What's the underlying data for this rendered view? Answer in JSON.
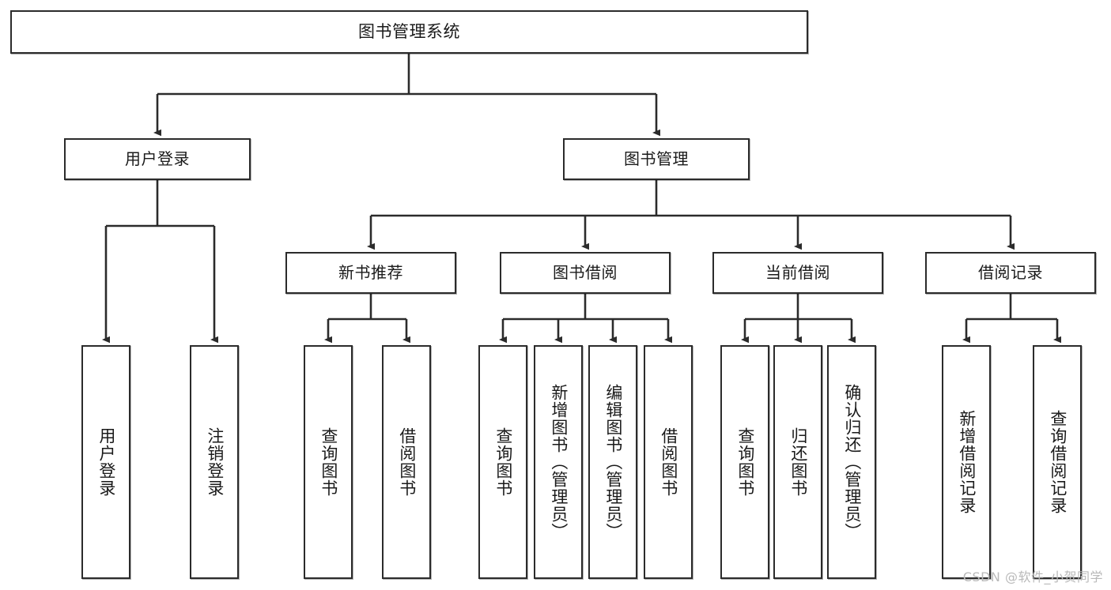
{
  "diagram": {
    "title": "图书管理系统",
    "root": {
      "label": "图书管理系统"
    },
    "level1": [
      {
        "label": "用户登录"
      },
      {
        "label": "图书管理"
      }
    ],
    "level2": [
      {
        "label": "新书推荐"
      },
      {
        "label": "图书借阅"
      },
      {
        "label": "当前借阅"
      },
      {
        "label": "借阅记录"
      }
    ],
    "leaves": [
      {
        "label": "用户登录"
      },
      {
        "label": "注销登录"
      },
      {
        "label": "查询图书"
      },
      {
        "label": "借阅图书"
      },
      {
        "label": "查询图书"
      },
      {
        "label": "新增图书（管理员）"
      },
      {
        "label": "编辑图书（管理员）"
      },
      {
        "label": "借阅图书"
      },
      {
        "label": "查询图书"
      },
      {
        "label": "归还图书"
      },
      {
        "label": "确认归还（管理员）"
      },
      {
        "label": "新增借阅记录"
      },
      {
        "label": "查询借阅记录"
      }
    ]
  },
  "watermark": {
    "text": "CSDN @软件_小贺同学"
  },
  "colors": {
    "stroke": "#2b2b2b",
    "fill": "#ffffff",
    "text": "#1a1a1a",
    "watermark": "#b9b9b9"
  }
}
